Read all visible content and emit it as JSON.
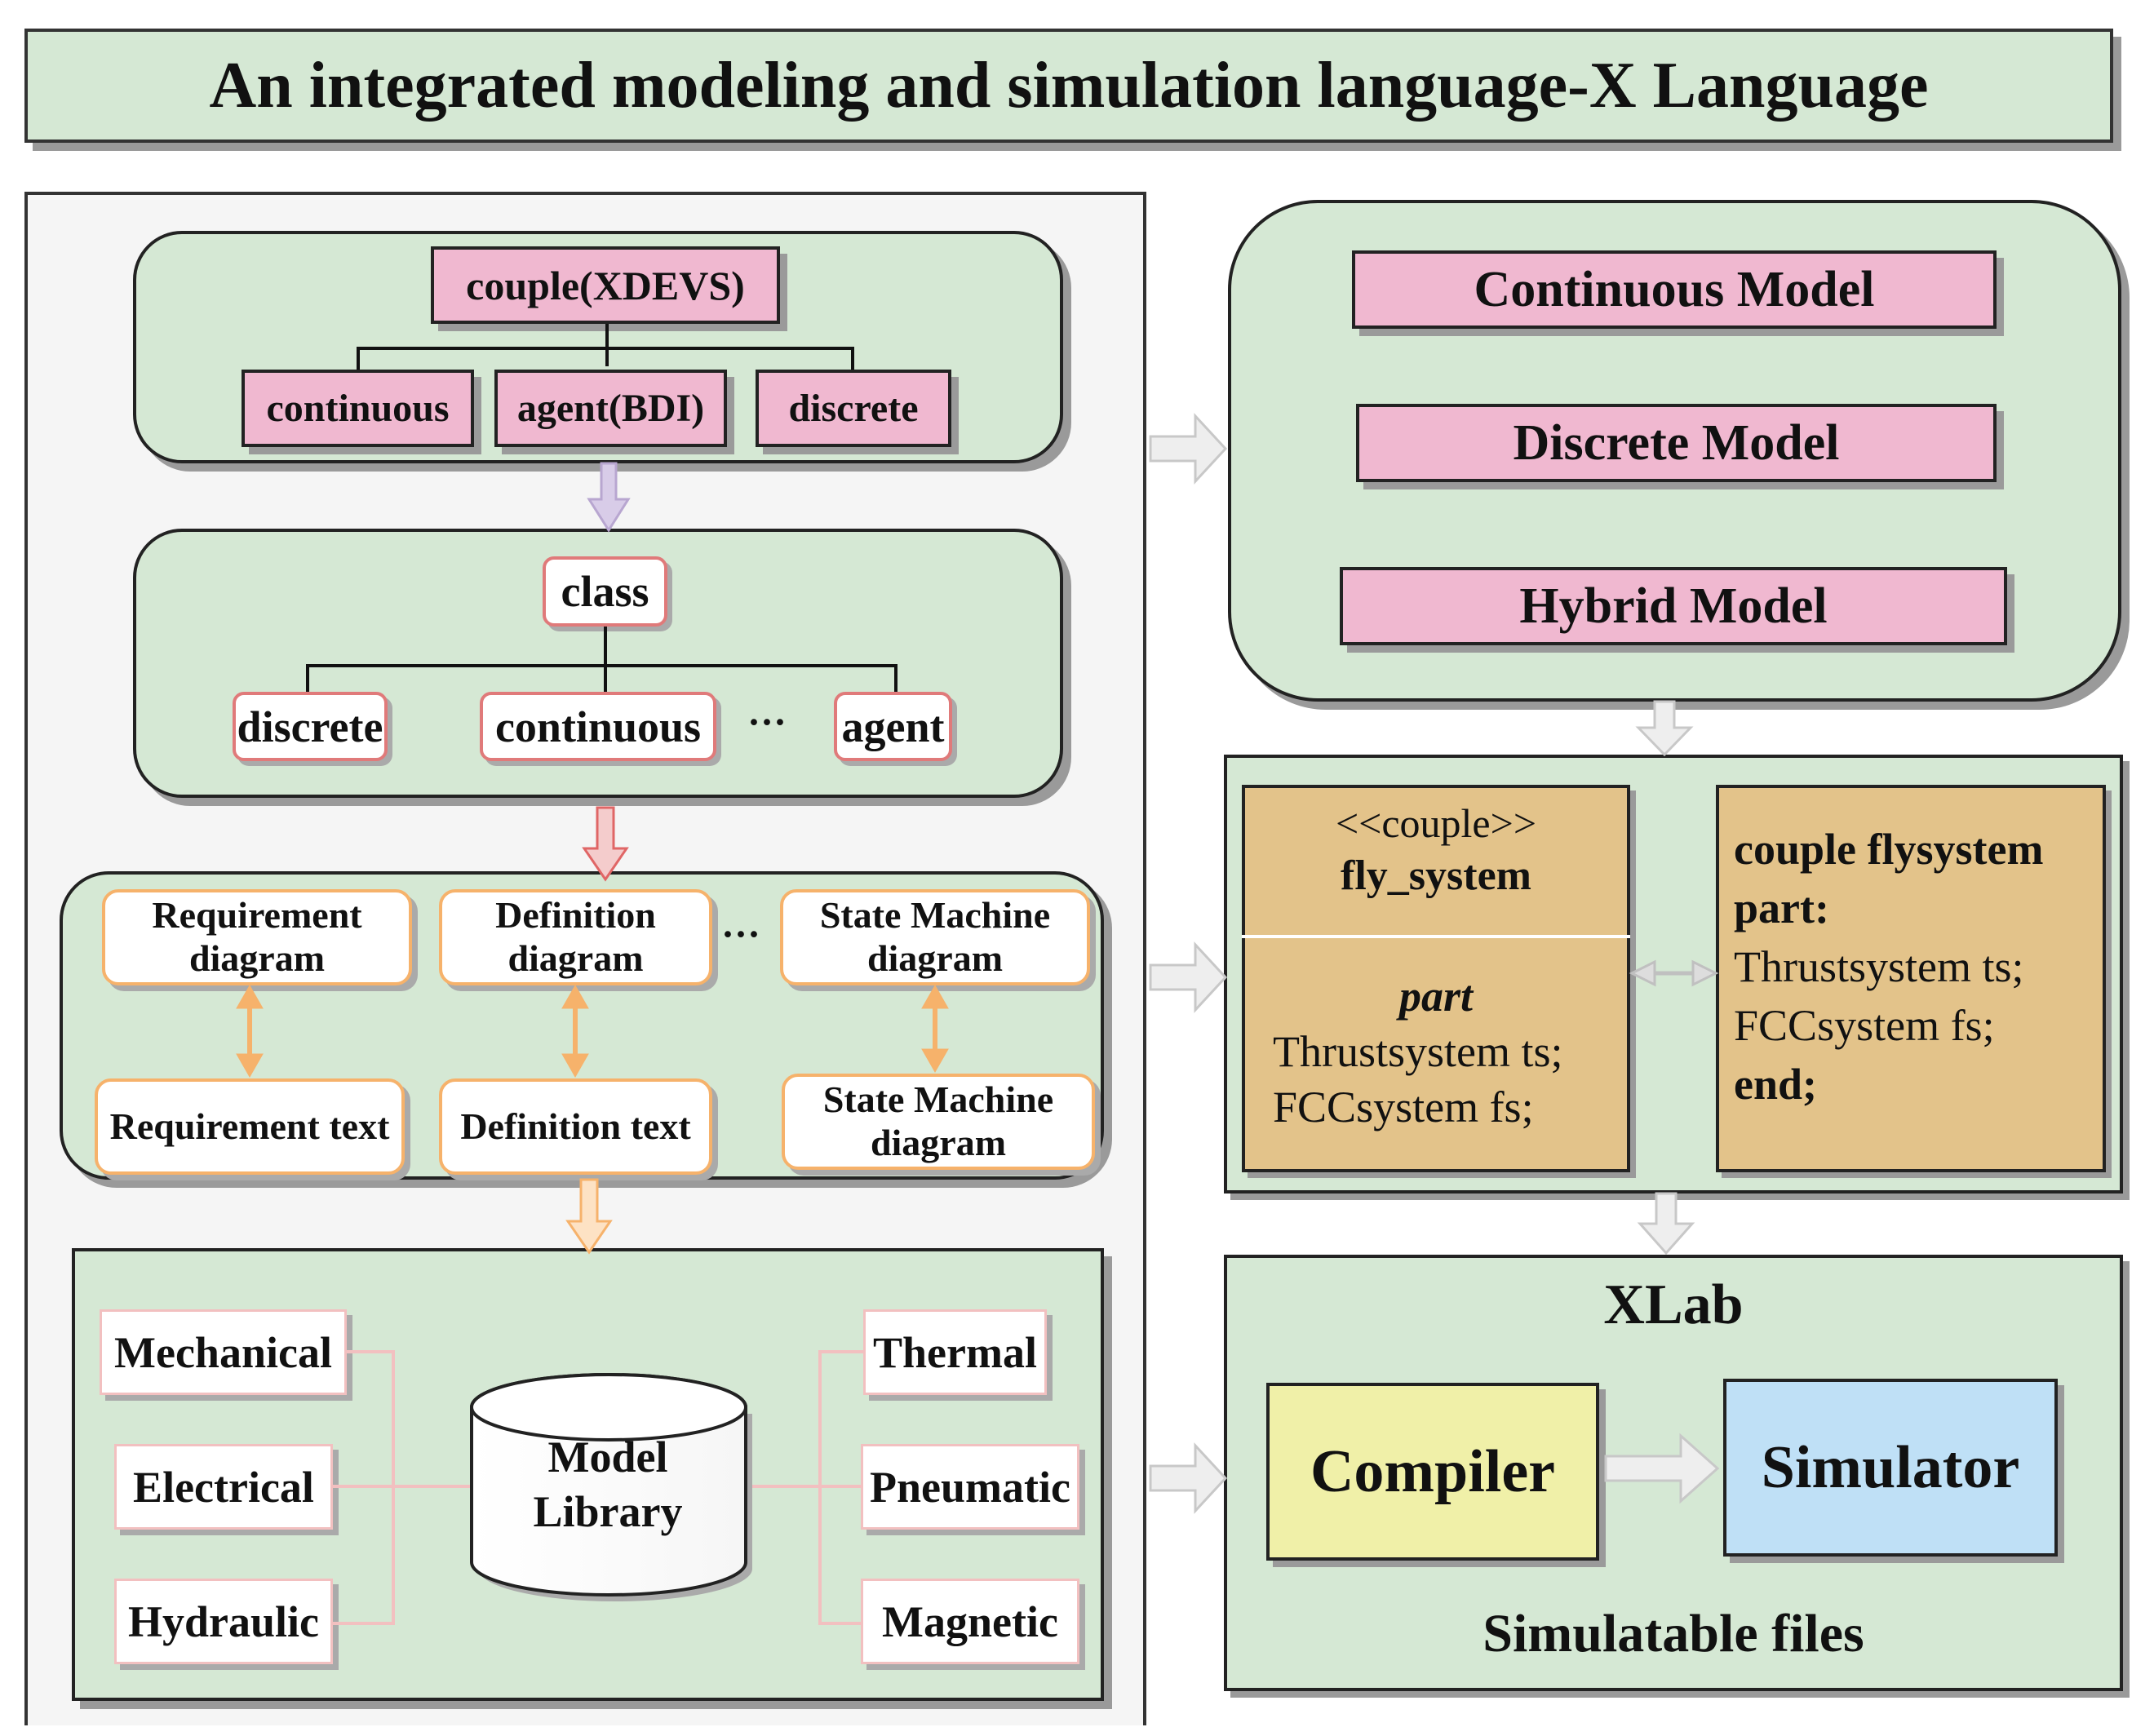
{
  "title": "An integrated modeling and simulation language-X Language",
  "couple_group": {
    "root": "couple(XDEVS)",
    "children": [
      "continuous",
      "agent(BDI)",
      "discrete"
    ]
  },
  "class_group": {
    "root": "class",
    "children": [
      "discrete",
      "continuous",
      "agent"
    ],
    "ellipsis": "···"
  },
  "diagram_group": {
    "top": [
      "Requirement diagram",
      "Definition diagram",
      "State Machine diagram"
    ],
    "bottom": [
      "Requirement text",
      "Definition text",
      "State Machine diagram"
    ],
    "ellipsis": "···"
  },
  "library_group": {
    "center": [
      "Model",
      "Library"
    ],
    "left": [
      "Mechanical",
      "Electrical",
      "Hydraulic"
    ],
    "right": [
      "Thermal",
      "Pneumatic",
      "Magnetic"
    ]
  },
  "model_types": [
    "Continuous Model",
    "Discrete Model",
    "Hybrid Model"
  ],
  "uml_block": {
    "stereotype": "<<couple>>",
    "name": "fly_system",
    "section": "part",
    "attributes": [
      "Thrustsystem ts;",
      "FCCsystem fs;"
    ]
  },
  "code_block": {
    "header": "couple flysystem",
    "part": "part:",
    "lines": [
      "Thrustsystem ts;",
      "FCCsystem fs;"
    ],
    "end": "end;"
  },
  "xlab": {
    "title": "XLab",
    "compiler": "Compiler",
    "simulator": "Simulator",
    "footer": "Simulatable files"
  }
}
